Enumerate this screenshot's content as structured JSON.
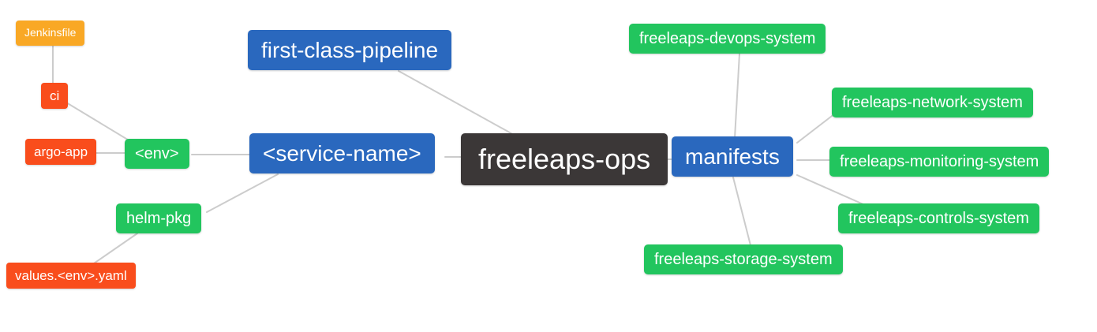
{
  "diagram": {
    "type": "mindmap",
    "root": "freeleaps-ops",
    "palette": {
      "root_bg": "#3B3737",
      "level1_bg": "#2A68BE",
      "level2_bg": "#22C55E",
      "level3_bg": "#F94D1C",
      "level4_bg": "#F9A825",
      "text": "#FFFFFF",
      "edge": "#CCCCCC"
    },
    "nodes": {
      "freeleaps_ops": {
        "label": "freeleaps-ops",
        "depth": 0
      },
      "first_class_pipeline": {
        "label": "first-class-pipeline",
        "depth": 1
      },
      "service_name": {
        "label": "<service-name>",
        "depth": 1
      },
      "manifests": {
        "label": "manifests",
        "depth": 1
      },
      "env": {
        "label": "<env>",
        "depth": 2
      },
      "helm_pkg": {
        "label": "helm-pkg",
        "depth": 2
      },
      "devops_system": {
        "label": "freeleaps-devops-system",
        "depth": 2
      },
      "network_system": {
        "label": "freeleaps-network-system",
        "depth": 2
      },
      "monitoring_system": {
        "label": "freeleaps-monitoring-system",
        "depth": 2
      },
      "controls_system": {
        "label": "freeleaps-controls-system",
        "depth": 2
      },
      "storage_system": {
        "label": "freeleaps-storage-system",
        "depth": 2
      },
      "ci": {
        "label": "ci",
        "depth": 3
      },
      "argo_app": {
        "label": "argo-app",
        "depth": 3
      },
      "values_env_yaml": {
        "label": "values.<env>.yaml",
        "depth": 3
      },
      "jenkinsfile": {
        "label": "Jenkinsfile",
        "depth": 4
      }
    },
    "edges": [
      [
        "jenkinsfile",
        "ci"
      ],
      [
        "ci",
        "env"
      ],
      [
        "argo_app",
        "env"
      ],
      [
        "env",
        "service_name"
      ],
      [
        "helm_pkg",
        "service_name"
      ],
      [
        "values_env_yaml",
        "helm_pkg"
      ],
      [
        "first_class_pipeline",
        "freeleaps_ops"
      ],
      [
        "service_name",
        "freeleaps_ops"
      ],
      [
        "freeleaps_ops",
        "manifests"
      ],
      [
        "manifests",
        "devops_system"
      ],
      [
        "manifests",
        "network_system"
      ],
      [
        "manifests",
        "monitoring_system"
      ],
      [
        "manifests",
        "controls_system"
      ],
      [
        "manifests",
        "storage_system"
      ]
    ]
  }
}
